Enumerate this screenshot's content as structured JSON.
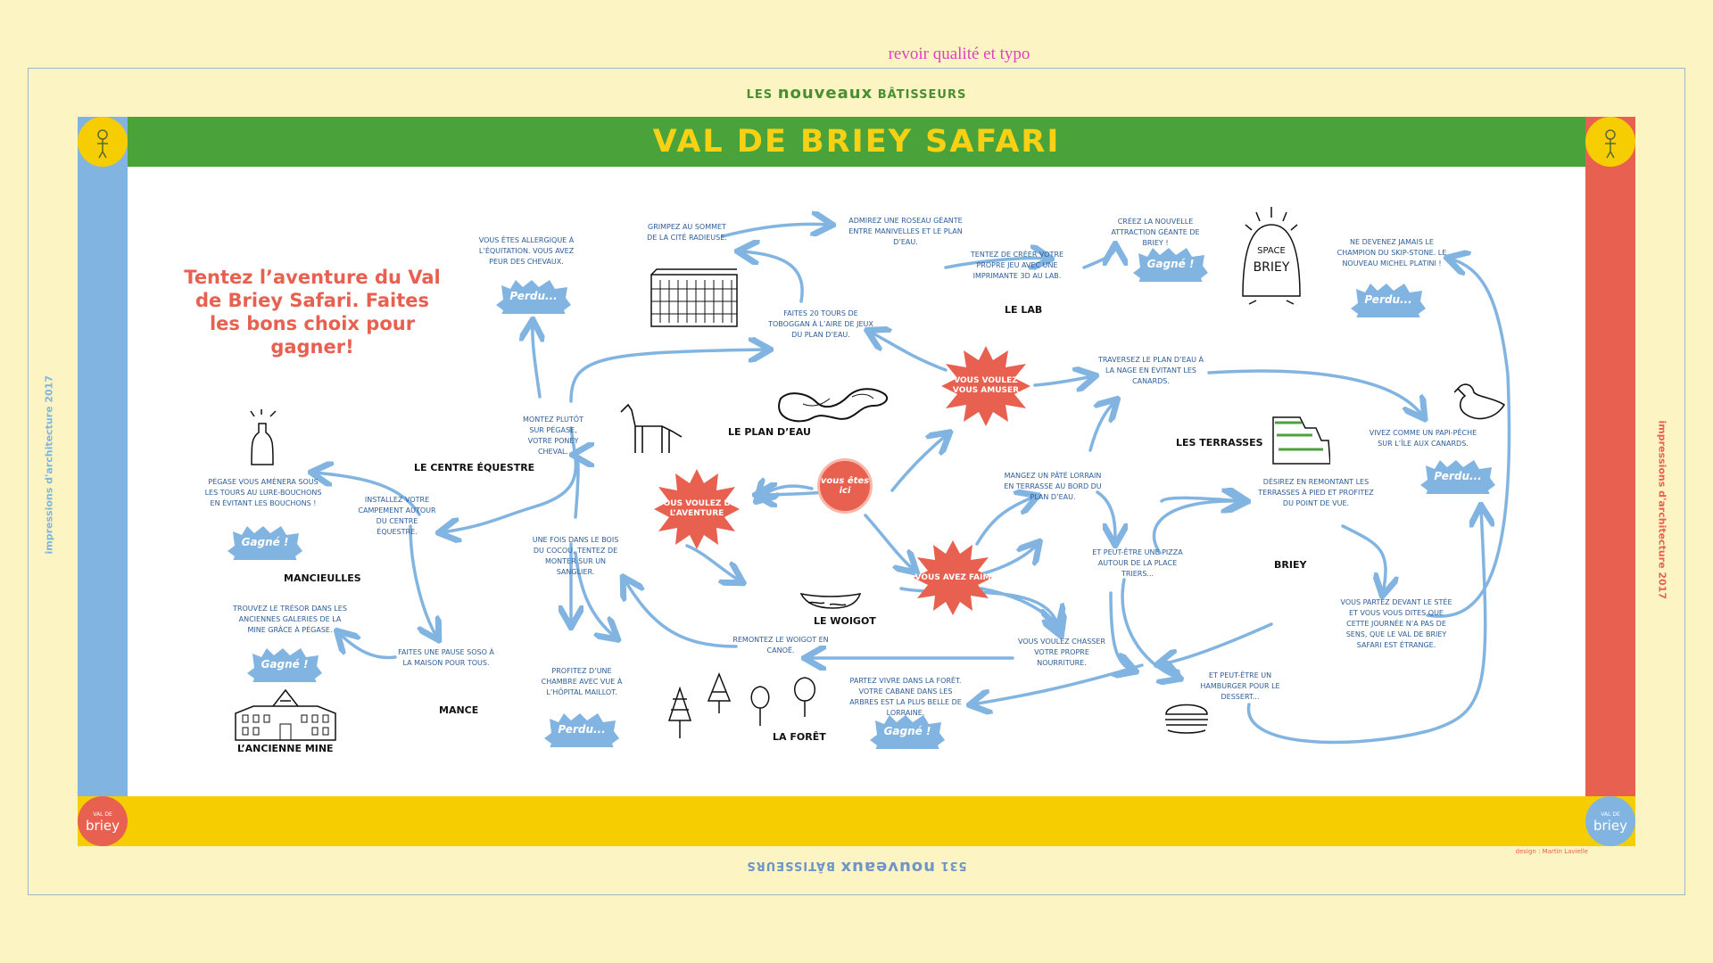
{
  "top_note": "revoir qualité et typo",
  "brand": {
    "les": "LES",
    "nouveaux": "nouveaux",
    "batisseurs": "BÂTISSEURS",
    "page_number": "531"
  },
  "title": "VAL DE BRIEY SAFARI",
  "intro": "Tentez l’aventure du Val de Briey Safari. Faites les bons choix pour gagner!",
  "side_text": "impressions d'architecture 2017",
  "credit": "design : Martin Lavielle",
  "corners": {
    "logo_small": "VAL DE",
    "logo_big": "briey"
  },
  "start": "vous êtes ici",
  "bursts": {
    "aventure": "VOUS VOULEZ DE L’AVENTURE",
    "amuser": "VOUS VOULEZ VOUS AMUSER",
    "faim": "VOUS AVEZ FAIM"
  },
  "clouds": {
    "perdu": "Perdu...",
    "gagne": "Gagné !"
  },
  "places": {
    "centre_equestre": "LE CENTRE ÉQUESTRE",
    "plan_deau": "LE PLAN D’EAU",
    "le_lab": "LE LAB",
    "terrasses": "LES TERRASSES",
    "briey": "BRIEY",
    "mancieulles": "MANCIEULLES",
    "mance": "MANCE",
    "ancienne_mine": "L’ANCIENNE MINE",
    "woigot": "LE WOIGOT",
    "foret": "LA FORÊT",
    "space_briey": "SPACE BRIEY"
  },
  "steps": {
    "equitation": "VOUS ÊTES ALLERGIQUE À L’ÉQUITATION. VOUS AVEZ PEUR DES CHEVAUX.",
    "grimpez": "GRIMPEZ AU SOMMET DE LA CITÉ RADIEUSE.",
    "arrosoir": "ADMIREZ UNE ROSEAU GÉANTE ENTRE MANIVELLES ET LE PLAN D’EAU.",
    "creer": "TENTEZ DE CRÉER VOTRE PROPRE JEU AVEC UNE IMPRIMANTE 3D AU LAB.",
    "attraction": "CRÉEZ LA NOUVELLE ATTRACTION GÉANTE DE BRIEY !",
    "champion": "NE DEVENEZ JAMAIS LE CHAMPION DU SKIP-STONE. LE NOUVEAU MICHEL PLATINI !",
    "toboggan": "FAITES 20 TOURS DE TOBOGGAN À L’AIRE DE JEUX DU PLAN D’EAU.",
    "traversez": "TRAVERSEZ LE PLAN D’EAU À LA NAGE EN ÉVITANT LES CANARDS.",
    "pegase": "MONTEZ PLUTÔT SUR PÉGASE, VOTRE PONEY CHEVAL.",
    "champagne": "PÉGASE VOUS AMÈNERA SOUS LES TOURS AU LURE-BOUCHONS EN ÉVITANT LES BOUCHONS !",
    "campement": "INSTALLEZ VOTRE CAMPEMENT AUTOUR DU CENTRE ÉQUESTRE.",
    "canard": "VIVEZ COMME UN PAPI-PÊCHE SUR L’ÎLE AUX CANARDS.",
    "pate": "MANGEZ UN PÂTÉ LORRAIN EN TERRASSE AU BORD DU PLAN D’EAU.",
    "terrasses_pied": "DÉSIREZ EN REMONTANT LES TERRASSES À PIED ET PROFITEZ DU POINT DE VUE.",
    "pizza": "ET PEUT-ÊTRE UNE PIZZA AUTOUR DE LA PLACE TRIERS...",
    "bois": "UNE FOIS DANS LE BOIS DU COCOU, TENTEZ DE MONTER SUR UN SANGLIER.",
    "tresor": "TROUVEZ LE TRÉSOR DANS LES ANCIENNES GALERIES DE LA MINE GRÂCE À PÉGASE.",
    "pause": "FAITES UNE PAUSE SOSO À LA MAISON POUR TOUS.",
    "woigot_canoe": "REMONTEZ LE WOIGOT EN CANOË.",
    "chasser": "VOUS VOULEZ CHASSER VOTRE PROPRE NOURRITURE.",
    "fin": "VOUS PARTEZ DEVANT LE STÉE ET VOUS VOUS DITES QUE CETTE JOURNÉE N’A PAS DE SENS, QUE LE VAL DE BRIEY SAFARI EST ÉTRANGE.",
    "chambre": "PROFITEZ D’UNE CHAMBRE AVEC VUE À L’HÔPITAL MAILLOT.",
    "foret_arbres": "PARTEZ VIVRE DANS LA FORÊT. VOTRE CABANE DANS LES ARBRES EST LA PLUS BELLE DE LORRAINE.",
    "hamburger": "ET PEUT-ÊTRE UN HAMBURGER POUR LE DESSERT..."
  },
  "colors": {
    "green": "#4aa33a",
    "blue": "#82b4e1",
    "red": "#e8604f",
    "yellow": "#f6cd00",
    "ink": "#2b5d99"
  }
}
